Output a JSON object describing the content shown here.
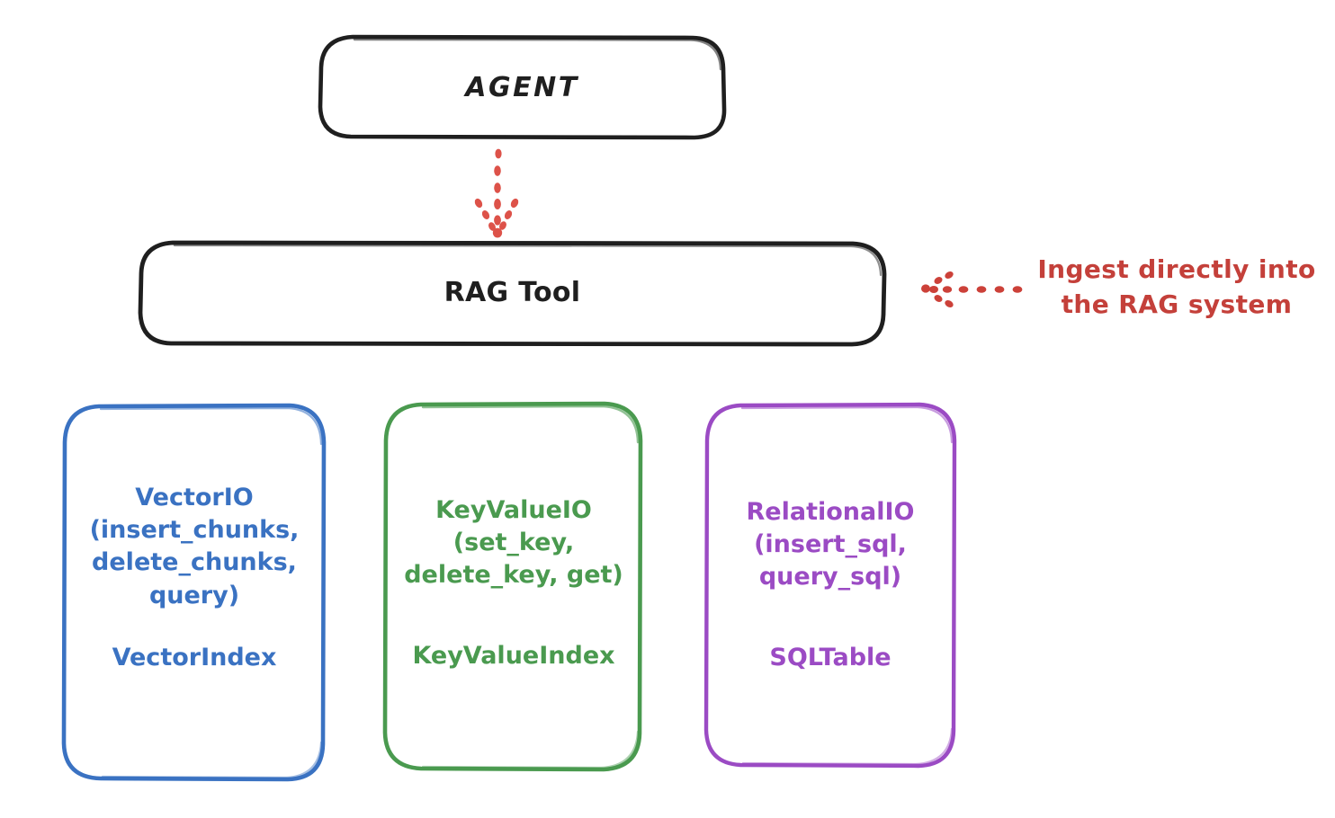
{
  "diagram": {
    "title_nodes": {
      "agent": "AGENT",
      "rag_tool": "RAG Tool"
    },
    "colors": {
      "stroke_black": "#1f1f1f",
      "vector_blue": "#3a72c2",
      "keyvalue_green": "#4a9a4f",
      "relational_purple": "#9b4bc4",
      "annotation_red": "#c4403a",
      "background": "#ffffff"
    },
    "providers": [
      {
        "id": "vector",
        "api": "VectorIO\n(insert_chunks,\ndelete_chunks,\nquery)",
        "index": "VectorIndex",
        "color": "#3a72c2"
      },
      {
        "id": "keyvalue",
        "api": "KeyValueIO\n(set_key,\ndelete_key, get)",
        "index": "KeyValueIndex",
        "color": "#4a9a4f"
      },
      {
        "id": "relational",
        "api": "RelationalIO\n(insert_sql,\nquery_sql)",
        "index": "SQLTable",
        "color": "#9b4bc4"
      }
    ],
    "annotations": {
      "ingest_note": "Ingest directly into\nthe RAG system"
    },
    "edges": [
      {
        "from": "agent",
        "to": "rag_tool",
        "style": "dotted",
        "color": "#c4403a",
        "direction": "down"
      },
      {
        "from": "ingest_note",
        "to": "rag_tool",
        "style": "dotted",
        "color": "#c4403a",
        "direction": "left"
      }
    ]
  }
}
